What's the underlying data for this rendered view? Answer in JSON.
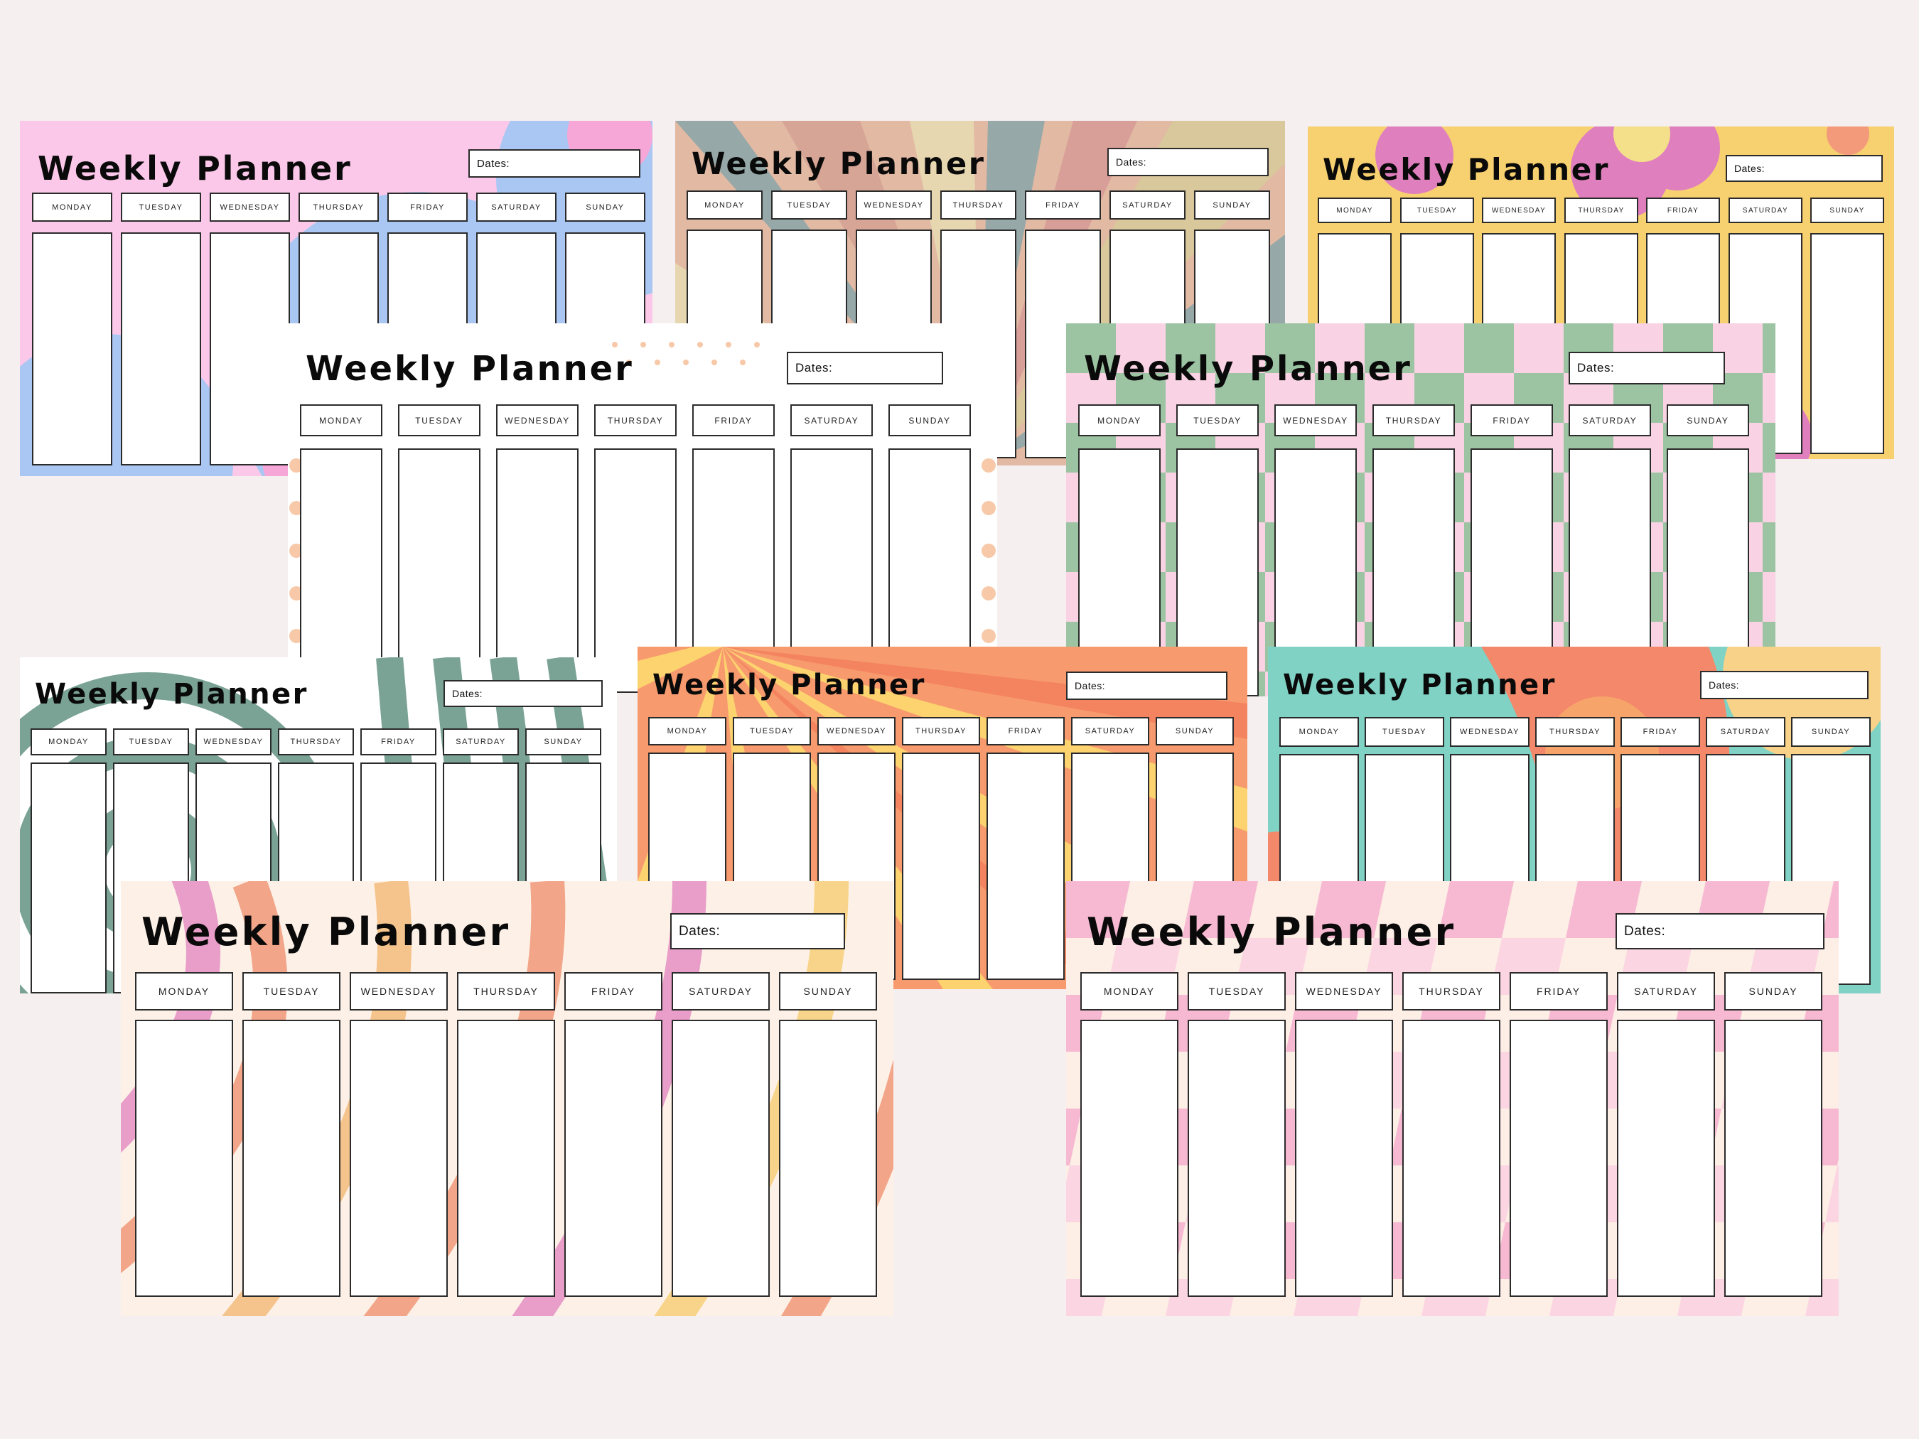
{
  "planners": [
    {
      "theme": "pink-blue-blobs",
      "title": "Weekly Planner",
      "dates_label": "Dates:",
      "days": [
        "MONDAY",
        "TUESDAY",
        "WEDNESDAY",
        "THURSDAY",
        "FRIDAY",
        "SATURDAY",
        "SUNDAY"
      ],
      "colors": {
        "base": "#fcc8ea",
        "accent1": "#a9c7f2",
        "accent2": "#f7a6d8"
      }
    },
    {
      "theme": "retro-sunburst-muted",
      "title": "Weekly Planner",
      "dates_label": "Dates:",
      "days": [
        "MONDAY",
        "TUESDAY",
        "WEDNESDAY",
        "THURSDAY",
        "FRIDAY",
        "SATURDAY",
        "SUNDAY"
      ],
      "colors": {
        "base": "#e2b9a3",
        "accent1": "#96a8a8",
        "accent2": "#d9c89c"
      }
    },
    {
      "theme": "yellow-pink-flowers",
      "title": "Weekly Planner",
      "dates_label": "Dates:",
      "days": [
        "MONDAY",
        "TUESDAY",
        "WEDNESDAY",
        "THURSDAY",
        "FRIDAY",
        "SATURDAY",
        "SUNDAY"
      ],
      "colors": {
        "base": "#f7d070",
        "accent1": "#e07fbe",
        "accent2": "#f39a7a"
      }
    },
    {
      "theme": "peach-dots",
      "title": "Weekly Planner",
      "dates_label": "Dates:",
      "days": [
        "MONDAY",
        "TUESDAY",
        "WEDNESDAY",
        "THURSDAY",
        "FRIDAY",
        "SATURDAY",
        "SUNDAY"
      ],
      "colors": {
        "base": "#ffffff",
        "accent1": "#f7c9a8",
        "accent2": "#fbe2cf"
      }
    },
    {
      "theme": "green-pink-checker",
      "title": "Weekly Planner",
      "dates_label": "Dates:",
      "days": [
        "MONDAY",
        "TUESDAY",
        "WEDNESDAY",
        "THURSDAY",
        "FRIDAY",
        "SATURDAY",
        "SUNDAY"
      ],
      "colors": {
        "base": "#f9d3e4",
        "accent1": "#9cc4a3",
        "accent2": "#f9d3e4"
      }
    },
    {
      "theme": "sage-white-swirl",
      "title": "Weekly Planner",
      "dates_label": "Dates:",
      "days": [
        "MONDAY",
        "TUESDAY",
        "WEDNESDAY",
        "THURSDAY",
        "FRIDAY",
        "SATURDAY",
        "SUNDAY"
      ],
      "colors": {
        "base": "#ffffff",
        "accent1": "#7aa396",
        "accent2": "#cfe0da"
      }
    },
    {
      "theme": "orange-yellow-sunburst",
      "title": "Weekly Planner",
      "dates_label": "Dates:",
      "days": [
        "MONDAY",
        "TUESDAY",
        "WEDNESDAY",
        "THURSDAY",
        "FRIDAY",
        "SATURDAY",
        "SUNDAY"
      ],
      "colors": {
        "base": "#f79a6e",
        "accent1": "#fcd36e",
        "accent2": "#f4845f"
      }
    },
    {
      "theme": "teal-coral-abstract",
      "title": "Weekly Planner",
      "dates_label": "Dates:",
      "days": [
        "MONDAY",
        "TUESDAY",
        "WEDNESDAY",
        "THURSDAY",
        "FRIDAY",
        "SATURDAY",
        "SUNDAY"
      ],
      "colors": {
        "base": "#7fd2c4",
        "accent1": "#f4886a",
        "accent2": "#f9d28a"
      }
    },
    {
      "theme": "pastel-groovy-waves",
      "title": "Weekly Planner",
      "dates_label": "Dates:",
      "days": [
        "MONDAY",
        "TUESDAY",
        "WEDNESDAY",
        "THURSDAY",
        "FRIDAY",
        "SATURDAY",
        "SUNDAY"
      ],
      "colors": {
        "base": "#fdf1e7",
        "accent1": "#f2a588",
        "accent2": "#e89ec9"
      }
    },
    {
      "theme": "pink-wavy-checker",
      "title": "Weekly Planner",
      "dates_label": "Dates:",
      "days": [
        "MONDAY",
        "TUESDAY",
        "WEDNESDAY",
        "THURSDAY",
        "FRIDAY",
        "SATURDAY",
        "SUNDAY"
      ],
      "colors": {
        "base": "#fdeee6",
        "accent1": "#f7b9d2",
        "accent2": "#fbd6e2"
      }
    }
  ]
}
